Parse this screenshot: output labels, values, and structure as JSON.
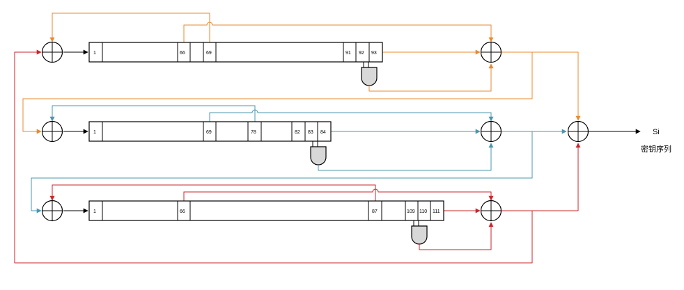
{
  "colors": {
    "register_a": "#e9892f",
    "register_b": "#4a97ad",
    "register_c": "#c9262a",
    "output": "#000000"
  },
  "registers": [
    {
      "id": "a",
      "cells": [
        "1",
        "66",
        "69",
        "91",
        "92",
        "93"
      ]
    },
    {
      "id": "b",
      "cells": [
        "1",
        "69",
        "78",
        "82",
        "83",
        "84"
      ]
    },
    {
      "id": "c",
      "cells": [
        "1",
        "66",
        "87",
        "109",
        "110",
        "111"
      ]
    }
  ],
  "output": {
    "symbol": "Si",
    "caption": "密钥序列"
  },
  "icons": {
    "xor": "xor-circle-icon",
    "and": "and-gate-icon"
  }
}
